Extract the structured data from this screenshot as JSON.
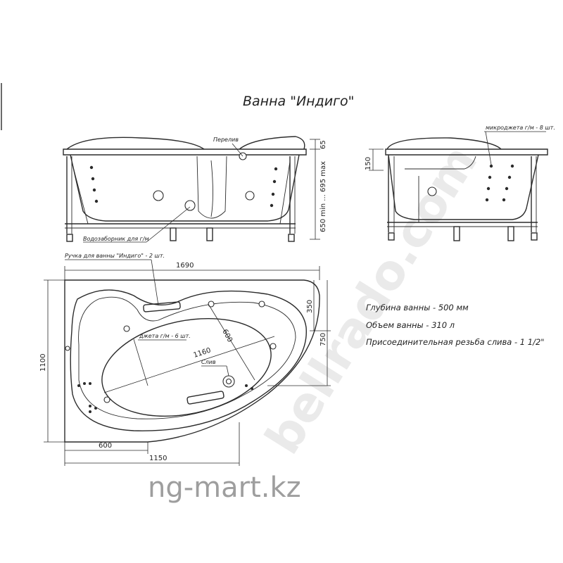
{
  "title": "Ванна \"Индиго\"",
  "labels": {
    "overflow": "Перелив",
    "microjets": "микроджета г/м - 8 шт.",
    "water_intake": "Водозаборник для г/м",
    "handle": "Ручка для ванны \"Индиго\" - 2 шт.",
    "jets": "джета г/м - 6 шт.",
    "drain": "Слив"
  },
  "dimensions": {
    "width_1690": "1690",
    "length_1160": "1160",
    "width_600_diag": "600",
    "height_1100": "1100",
    "right_350": "350",
    "right_750": "750",
    "bottom_600": "600",
    "bottom_1150": "1150",
    "side_65": "65",
    "side_height": "650 min ... 695 max",
    "side_150": "150"
  },
  "specs": {
    "depth": "Глубина ванны - 500 мм",
    "volume": "Объем ванны - 310 л",
    "thread": "Присоединительная резьба слива - 1 1/2\""
  },
  "watermark": "bellrado.com",
  "footer": "ng-mart.kz"
}
